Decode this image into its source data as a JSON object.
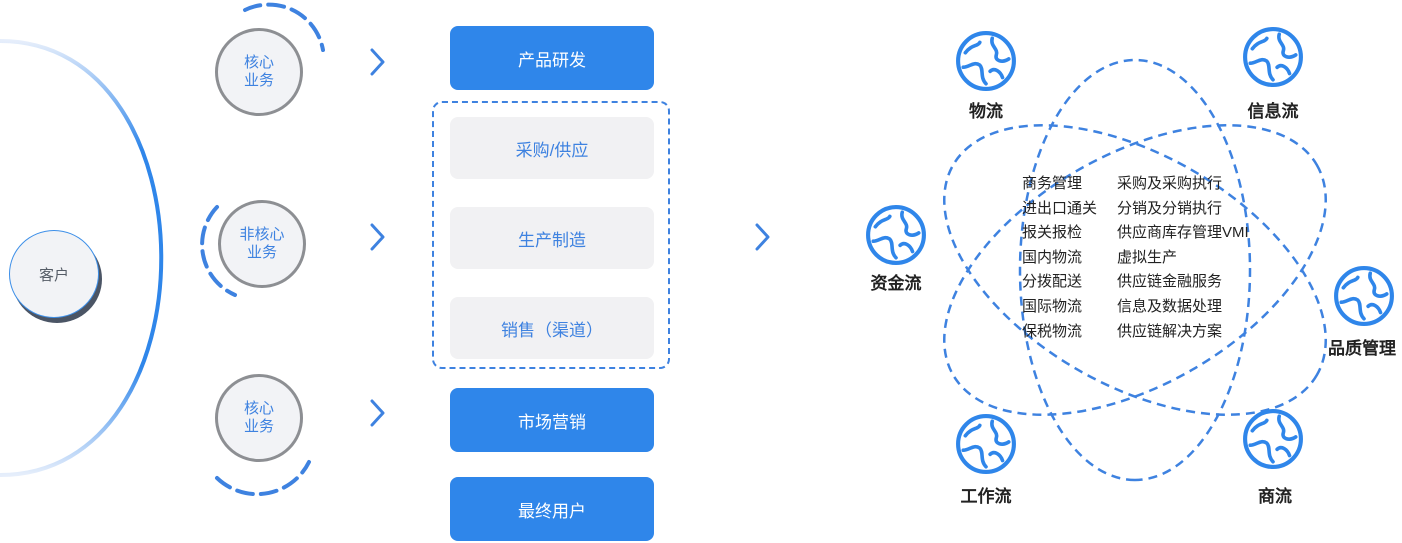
{
  "customer": {
    "label": "客户"
  },
  "business_circles": [
    {
      "line1": "核心",
      "line2": "业务"
    },
    {
      "line1": "非核心",
      "line2": "业务"
    },
    {
      "line1": "核心",
      "line2": "业务"
    }
  ],
  "steps": {
    "product_rd": "产品研发",
    "procurement": "采购/供应",
    "manufacturing": "生产制造",
    "sales": "销售（渠道）",
    "marketing": "市场营销",
    "end_user": "最终用户"
  },
  "flows": {
    "logistics": "物流",
    "information": "信息流",
    "capital": "资金流",
    "quality": "品质管理",
    "work": "工作流",
    "commerce": "商流"
  },
  "services_left": [
    "商务管理",
    "进出口通关",
    "报关报检",
    "国内物流",
    "分拨配送",
    "国际物流",
    "保税物流"
  ],
  "services_right": [
    "采购及采购执行",
    "分销及分销执行",
    "供应商库存管理VMI",
    "虚拟生产",
    "供应链金融服务",
    "信息及数据处理",
    "供应链解决方案"
  ],
  "colors": {
    "accent": "#2f86ea",
    "dash": "#3e82e0",
    "circle_border": "#8d8f93",
    "grey_box": "#f1f1f3"
  },
  "icons": {
    "arrow": "chevron-right-icon",
    "flow": "globe-icon"
  }
}
